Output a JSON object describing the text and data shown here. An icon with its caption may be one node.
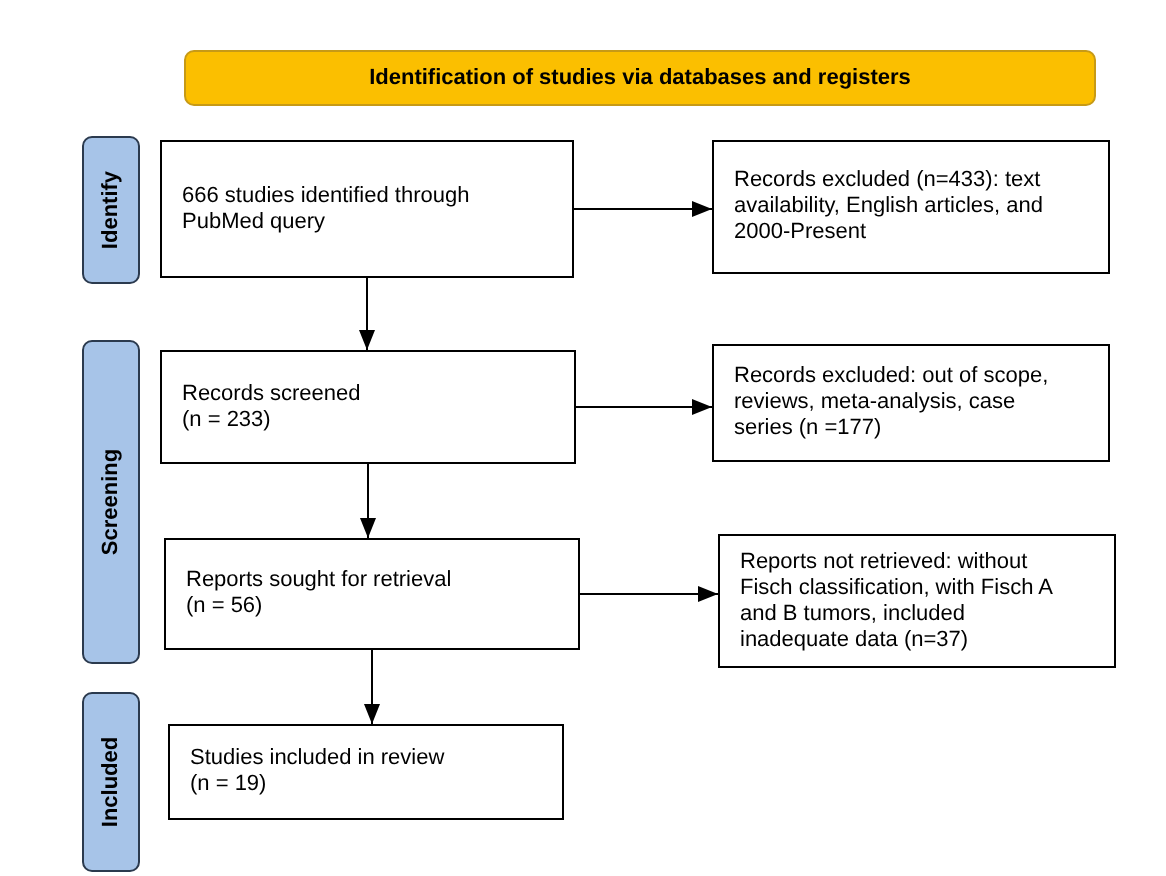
{
  "diagram": {
    "nodes": [
      {
        "text": [
          "Identification of studies via databases and registers"
        ]
      },
      {
        "text": [
          "Identify"
        ]
      },
      {
        "text": [
          "Screening"
        ]
      },
      {
        "text": [
          "Included"
        ]
      },
      {
        "text": [
          "666 studies identified through PubMed query"
        ]
      },
      {
        "text": [
          "Records excluded (n=433): text availability, English articles, and 2000-Present"
        ]
      },
      {
        "text": [
          "Records screened",
          "(n = 233)"
        ]
      },
      {
        "text": [
          "Records excluded: out of scope, reviews, meta-analysis, case series (n =177)"
        ]
      },
      {
        "text": [
          "Reports sought for retrieval",
          "(n = 56)"
        ]
      },
      {
        "text": [
          "Reports not retrieved: without Fisch classification, with Fisch A and B tumors, included inadequate data (n=37)"
        ]
      },
      {
        "text": [
          "Studies included in review",
          "(n = 19)"
        ]
      }
    ],
    "edges": [
      {
        "from": 4,
        "to": 5,
        "arrow": "to"
      },
      {
        "from": 4,
        "to": 6,
        "arrow": "to"
      },
      {
        "from": 6,
        "to": 7,
        "arrow": "to"
      },
      {
        "from": 6,
        "to": 8,
        "arrow": "to"
      },
      {
        "from": 8,
        "to": 9,
        "arrow": "to"
      },
      {
        "from": 8,
        "to": 10,
        "arrow": "to"
      }
    ]
  }
}
